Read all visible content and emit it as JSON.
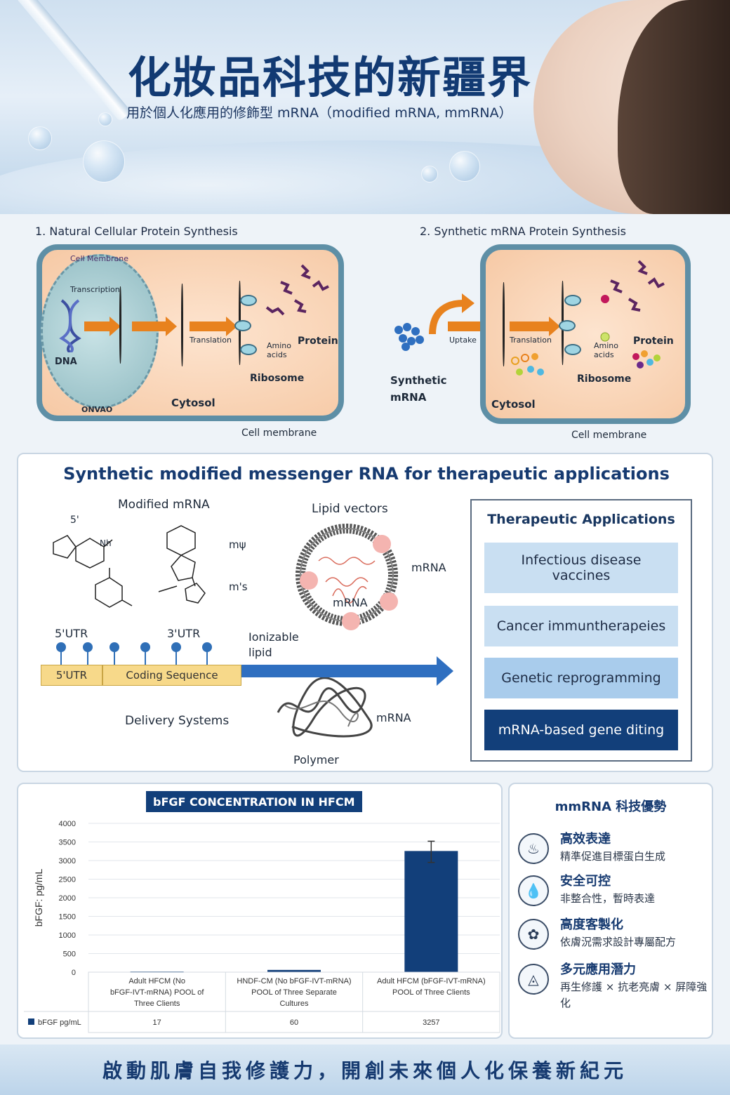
{
  "header": {
    "title": "化妝品科技的新疆界",
    "subtitle": "用於個人化應用的修飾型 mRNA（modified mRNA, mmRNA）"
  },
  "natural": {
    "title": "1. Natural Cellular Protein Synthesis",
    "cell_membrane_arc": "Cell Membrane",
    "transcription": "Transcription",
    "dna": "DNA",
    "translation": "Translation",
    "amino_acids": "Amino acids",
    "protein": "Protein",
    "ribosome": "Ribosome",
    "cytosol": "Cytosol",
    "onvao": "ONVAO",
    "cell_membrane": "Cell membrane"
  },
  "synthetic": {
    "title": "2. Synthetic mRNA Protein Synthesis",
    "synthetic_mrna": "Synthetic mRNA",
    "uptake": "Uptake",
    "translation": "Translation",
    "amino_acids": "Amino acids",
    "protein": "Protein",
    "ribosome": "Ribosome",
    "cytosol": "Cytosol",
    "cell_membrane": "Cell membrane"
  },
  "therapeutic": {
    "title": "Synthetic modified messenger RNA for therapeutic applications",
    "modified_mrna": "Modified mRNA",
    "m_psi": "mψ",
    "m_s": "m's",
    "five_utr_label": "5'UTR",
    "three_utr_label": "3'UTR",
    "five_prime": "5'",
    "nh": "Nh",
    "seq_5utr": "5'UTR",
    "seq_coding": "Coding Sequence",
    "lipid_vectors": "Lipid vectors",
    "mrna_outer": "mRNA",
    "mrna_inner": "mRNA",
    "ionizable_lipid": "Ionizable lipid",
    "delivery_systems": "Delivery Systems",
    "polymer_mrna": "mRNA",
    "polymer": "Polymer",
    "applications_title": "Therapeutic Applications",
    "applications": [
      {
        "label": "Infectious disease vaccines",
        "color": "#c9dff2"
      },
      {
        "label": "Cancer immuntherapeies",
        "color": "#c9dff2"
      },
      {
        "label": "Genetic reprogramming",
        "color": "#a9ccec"
      },
      {
        "label": "mRNA-based gene diting",
        "color": "#123f7a",
        "text_color": "#ffffff"
      }
    ]
  },
  "chart_data": {
    "type": "bar",
    "title": "bFGF CONCENTRATION IN HFCM",
    "ylabel": "bFGF: pg/mL",
    "ylim": [
      0,
      4000
    ],
    "yticks": [
      "0",
      "500",
      "1000",
      "1500",
      "2000",
      "2500",
      "3000",
      "3500",
      "4000"
    ],
    "categories": [
      "Adult HFCM (No bFGF-IVT-mRNA) POOL of Three Clients",
      "HNDF-CM (No bFGF-IVT-mRNA) POOL of Three Separate Cultures",
      "Adult HFCM (bFGF-IVT-mRNA) POOL of Three Clients"
    ],
    "series": [
      {
        "name": "bFGF pg/mL",
        "values": [
          17,
          60,
          3257
        ],
        "color": "#123f7a"
      }
    ],
    "error_bar_top": [
      null,
      null,
      3520
    ],
    "error_bar_bottom": [
      null,
      null,
      2950
    ],
    "table_values": [
      "17",
      "60",
      "3257"
    ],
    "grid": true
  },
  "advantages": {
    "title": "mmRNA 科技優勢",
    "items": [
      {
        "icon": "lotus-icon",
        "glyph": "♨",
        "heading": "高效表達",
        "desc": "精準促進目標蛋白生成"
      },
      {
        "icon": "drop-icon",
        "glyph": "💧",
        "heading": "安全可控",
        "desc": "非整合性，暫時表達"
      },
      {
        "icon": "flower-icon",
        "glyph": "✿",
        "heading": "高度客製化",
        "desc": "依膚況需求設計專屬配方"
      },
      {
        "icon": "prism-icon",
        "glyph": "◬",
        "heading": "多元應用潛力",
        "desc": "再生修護 × 抗老亮膚 × 屏障強化"
      }
    ]
  },
  "footer": {
    "text": "啟動肌膚自我修護力，開創未來個人化保養新紀元"
  }
}
